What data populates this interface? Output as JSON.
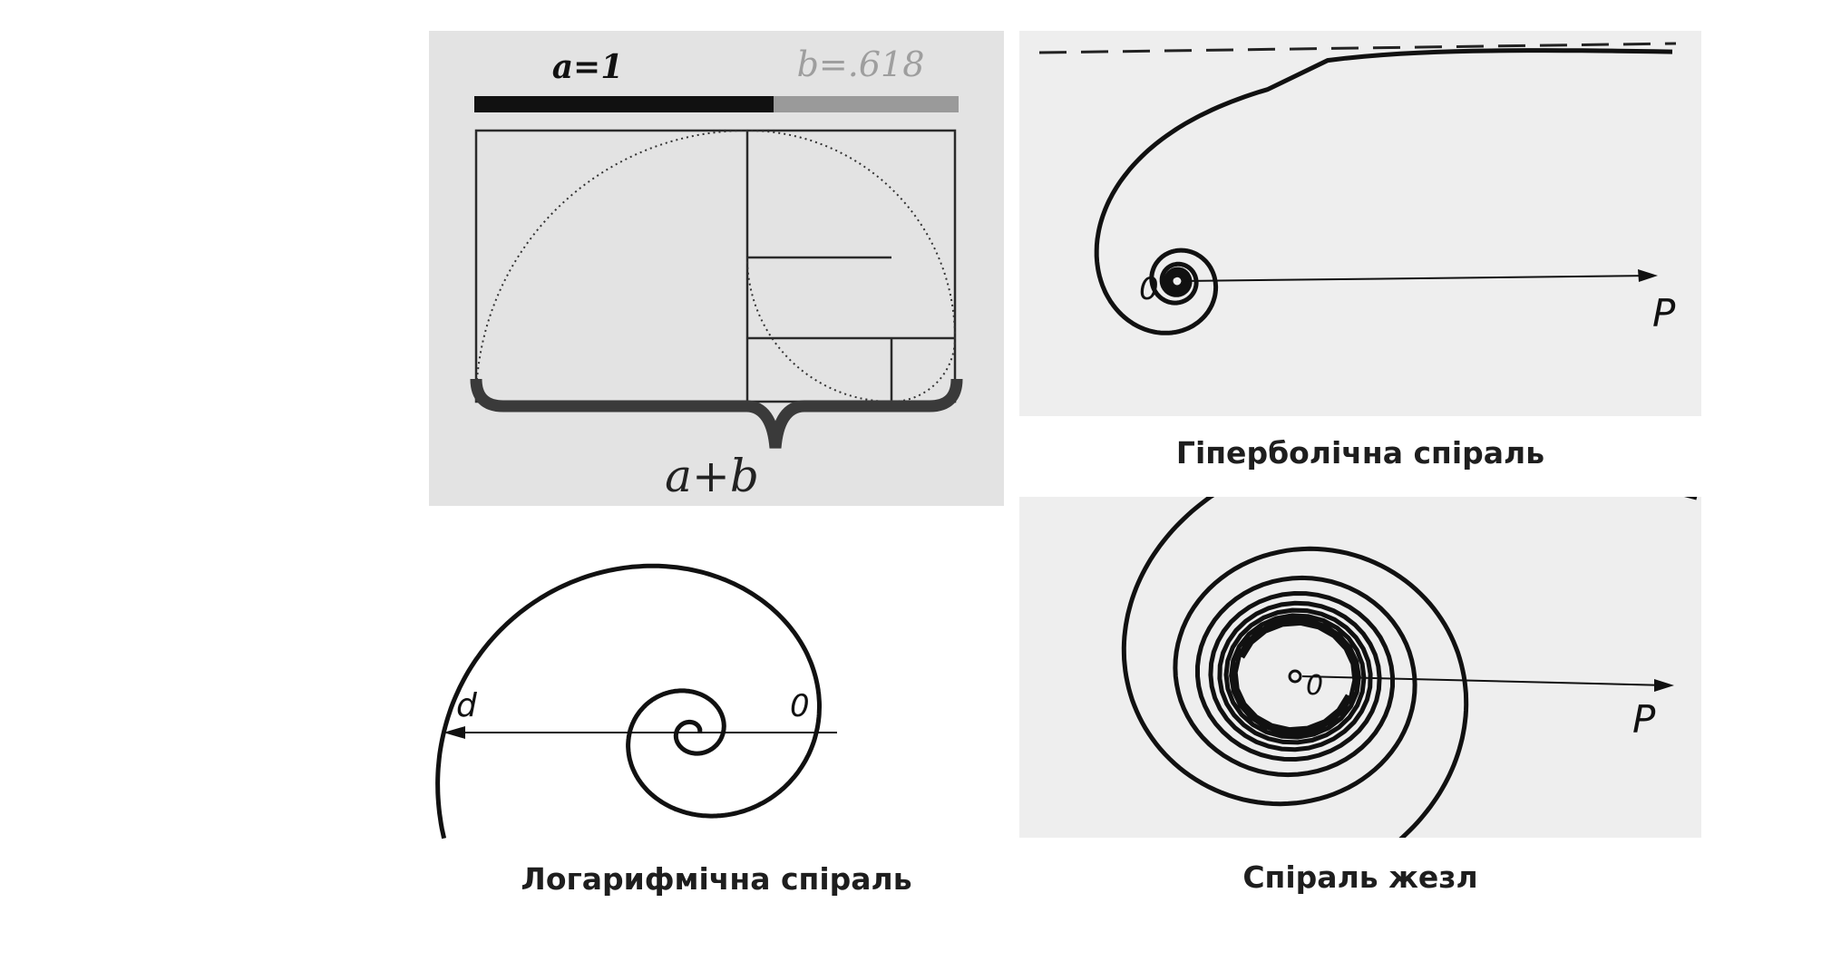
{
  "diagram": {
    "golden_ratio": {
      "label_a": "a=1",
      "label_b": "b=.618",
      "label_sum": "a+b",
      "colors": {
        "bar_a": "#111111",
        "bar_b": "#9a9a9a",
        "label_b": "#9e9e9e"
      }
    },
    "hyperbolic": {
      "caption": "Гіперболічна спіраль",
      "origin_label": "0",
      "ray_label": "P"
    },
    "logarithmic": {
      "caption": "Логарифмічна спіраль",
      "origin_label": "0",
      "ray_label": "d"
    },
    "wand": {
      "caption": "Спіраль жезл",
      "origin_label": "0",
      "ray_label": "P"
    }
  }
}
